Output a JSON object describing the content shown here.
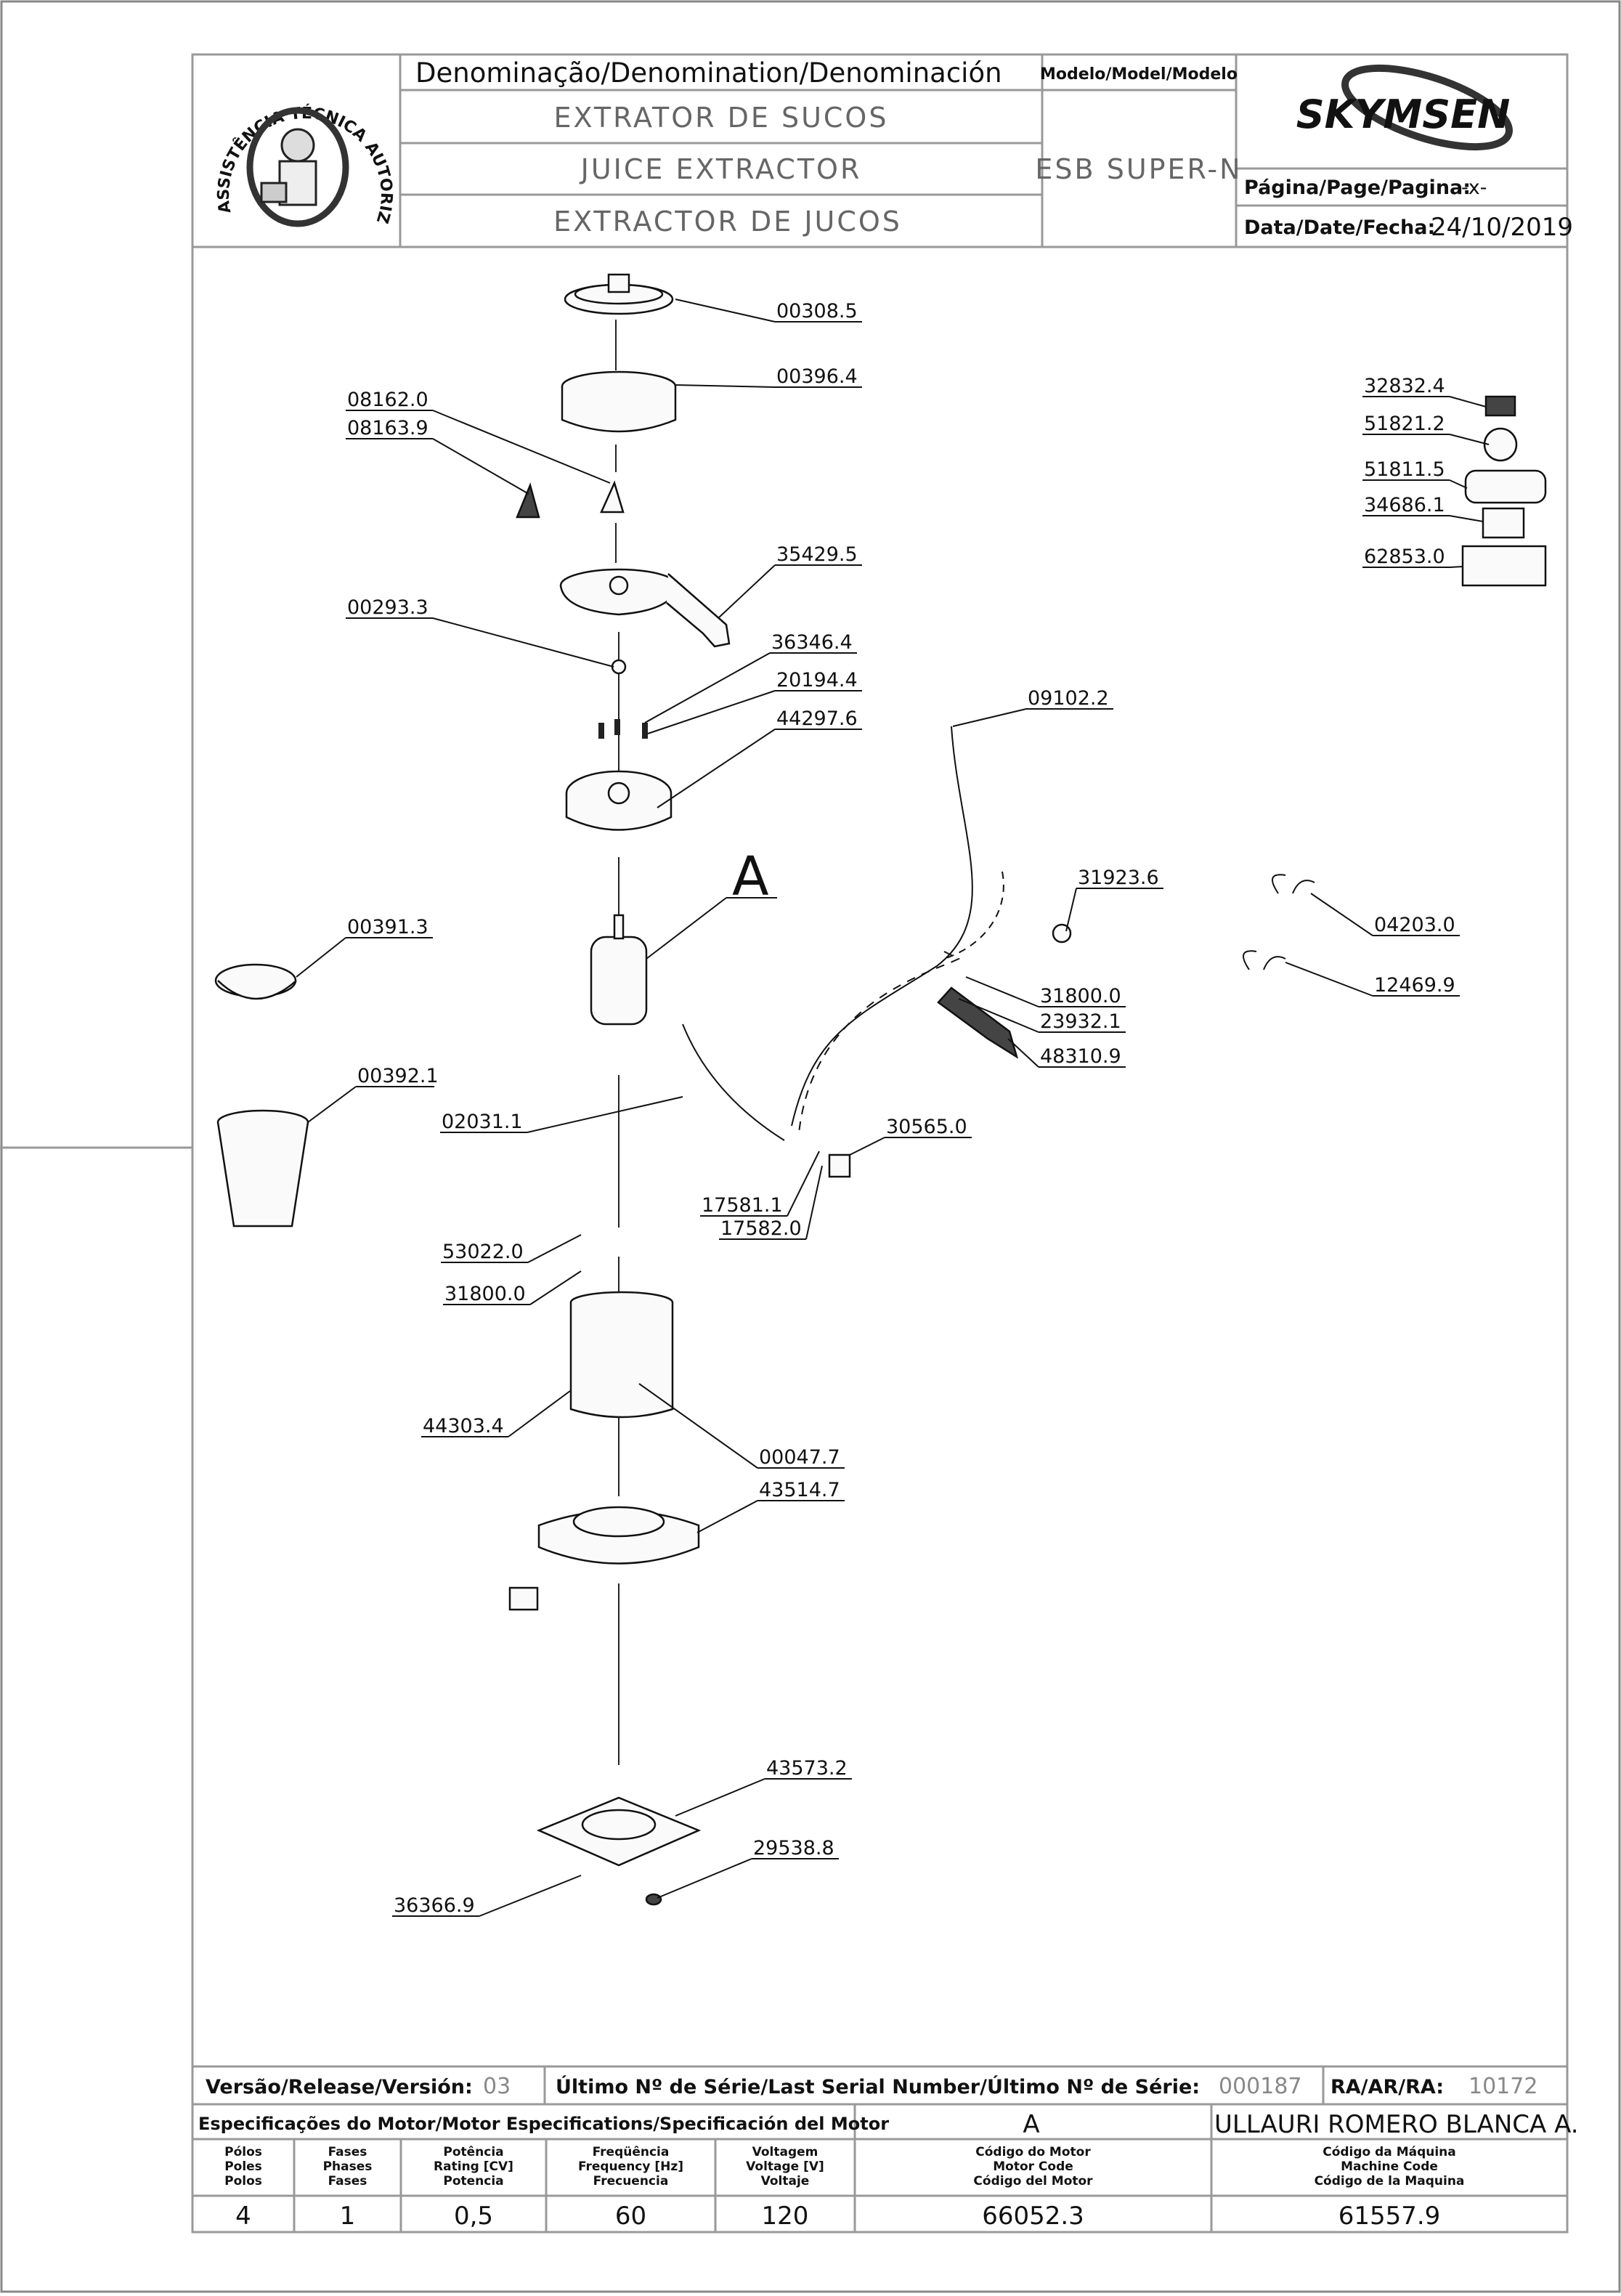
{
  "header": {
    "denomination_label": "Denominação/Denomination/Denominación",
    "model_label": "Modelo/Model/Modelo",
    "title_pt": "EXTRATOR DE SUCOS",
    "title_en": "JUICE EXTRACTOR",
    "title_es": "EXTRACTOR DE JUCOS",
    "model_value": "ESB SUPER-N",
    "brand": "SKYMSEN",
    "page_label": "Página/Page/Pagina:",
    "page_value": "-x-",
    "date_label": "Data/Date/Fecha:",
    "date_value": "24/10/2019",
    "seal_text": "ASSISTÊNCIA TÉCNICA AUTORIZADA"
  },
  "callouts": [
    {
      "id": "c-00308-5",
      "label": "00308.5"
    },
    {
      "id": "c-00396-4",
      "label": "00396.4"
    },
    {
      "id": "c-08162-0",
      "label": "08162.0"
    },
    {
      "id": "c-08163-9",
      "label": "08163.9"
    },
    {
      "id": "c-35429-5",
      "label": "35429.5"
    },
    {
      "id": "c-00293-3",
      "label": "00293.3"
    },
    {
      "id": "c-36346-4",
      "label": "36346.4"
    },
    {
      "id": "c-20194-4",
      "label": "20194.4"
    },
    {
      "id": "c-44297-6",
      "label": "44297.6"
    },
    {
      "id": "c-09102-2",
      "label": "09102.2"
    },
    {
      "id": "c-A",
      "label": "A"
    },
    {
      "id": "c-31923-6",
      "label": "31923.6"
    },
    {
      "id": "c-00391-3",
      "label": "00391.3"
    },
    {
      "id": "c-31800-0a",
      "label": "31800.0"
    },
    {
      "id": "c-23932-1",
      "label": "23932.1"
    },
    {
      "id": "c-48310-9",
      "label": "48310.9"
    },
    {
      "id": "c-00392-1",
      "label": "00392.1"
    },
    {
      "id": "c-02031-1",
      "label": "02031.1"
    },
    {
      "id": "c-30565-0",
      "label": "30565.0"
    },
    {
      "id": "c-17581-1",
      "label": "17581.1"
    },
    {
      "id": "c-17582-0",
      "label": "17582.0"
    },
    {
      "id": "c-53022-0",
      "label": "53022.0"
    },
    {
      "id": "c-31800-0b",
      "label": "31800.0"
    },
    {
      "id": "c-44303-4",
      "label": "44303.4"
    },
    {
      "id": "c-00047-7",
      "label": "00047.7"
    },
    {
      "id": "c-43514-7",
      "label": "43514.7"
    },
    {
      "id": "c-43573-2",
      "label": "43573.2"
    },
    {
      "id": "c-29538-8",
      "label": "29538.8"
    },
    {
      "id": "c-36366-9",
      "label": "36366.9"
    },
    {
      "id": "c-32832-4",
      "label": "32832.4"
    },
    {
      "id": "c-51821-2",
      "label": "51821.2"
    },
    {
      "id": "c-51811-5",
      "label": "51811.5"
    },
    {
      "id": "c-34686-1",
      "label": "34686.1"
    },
    {
      "id": "c-62853-0",
      "label": "62853.0"
    },
    {
      "id": "c-04203-0",
      "label": "04203.0"
    },
    {
      "id": "c-12469-9",
      "label": "12469.9"
    }
  ],
  "footer": {
    "version_label": "Versão/Release/Versión:",
    "version_value": "03",
    "serial_label": "Último Nº de Série/Last Serial Number/Último Nº de Série:",
    "serial_value": "000187",
    "ra_label": "RA/AR/RA:",
    "ra_value": "10172",
    "motor_spec_label": "Especificações do Motor/Motor Especifications/Specificación del Motor",
    "motor_letter": "A",
    "customer": "ULLAURI ROMERO BLANCA A.",
    "columns": [
      {
        "h1": "Pólos",
        "h2": "Poles",
        "h3": "Polos",
        "value": "4"
      },
      {
        "h1": "Fases",
        "h2": "Phases",
        "h3": "Fases",
        "value": "1"
      },
      {
        "h1": "Potência",
        "h2": "Rating [CV]",
        "h3": "Potencia",
        "value": "0,5"
      },
      {
        "h1": "Freqüência",
        "h2": "Frequency [Hz]",
        "h3": "Frecuencia",
        "value": "60"
      },
      {
        "h1": "Voltagem",
        "h2": "Voltage [V]",
        "h3": "Voltaje",
        "value": "120"
      },
      {
        "h1": "Código do Motor",
        "h2": "Motor Code",
        "h3": "Código del Motor",
        "value": "66052.3"
      },
      {
        "h1": "Código da Máquina",
        "h2": "Machine Code",
        "h3": "Código de la Maquina",
        "value": "61557.9"
      }
    ]
  }
}
